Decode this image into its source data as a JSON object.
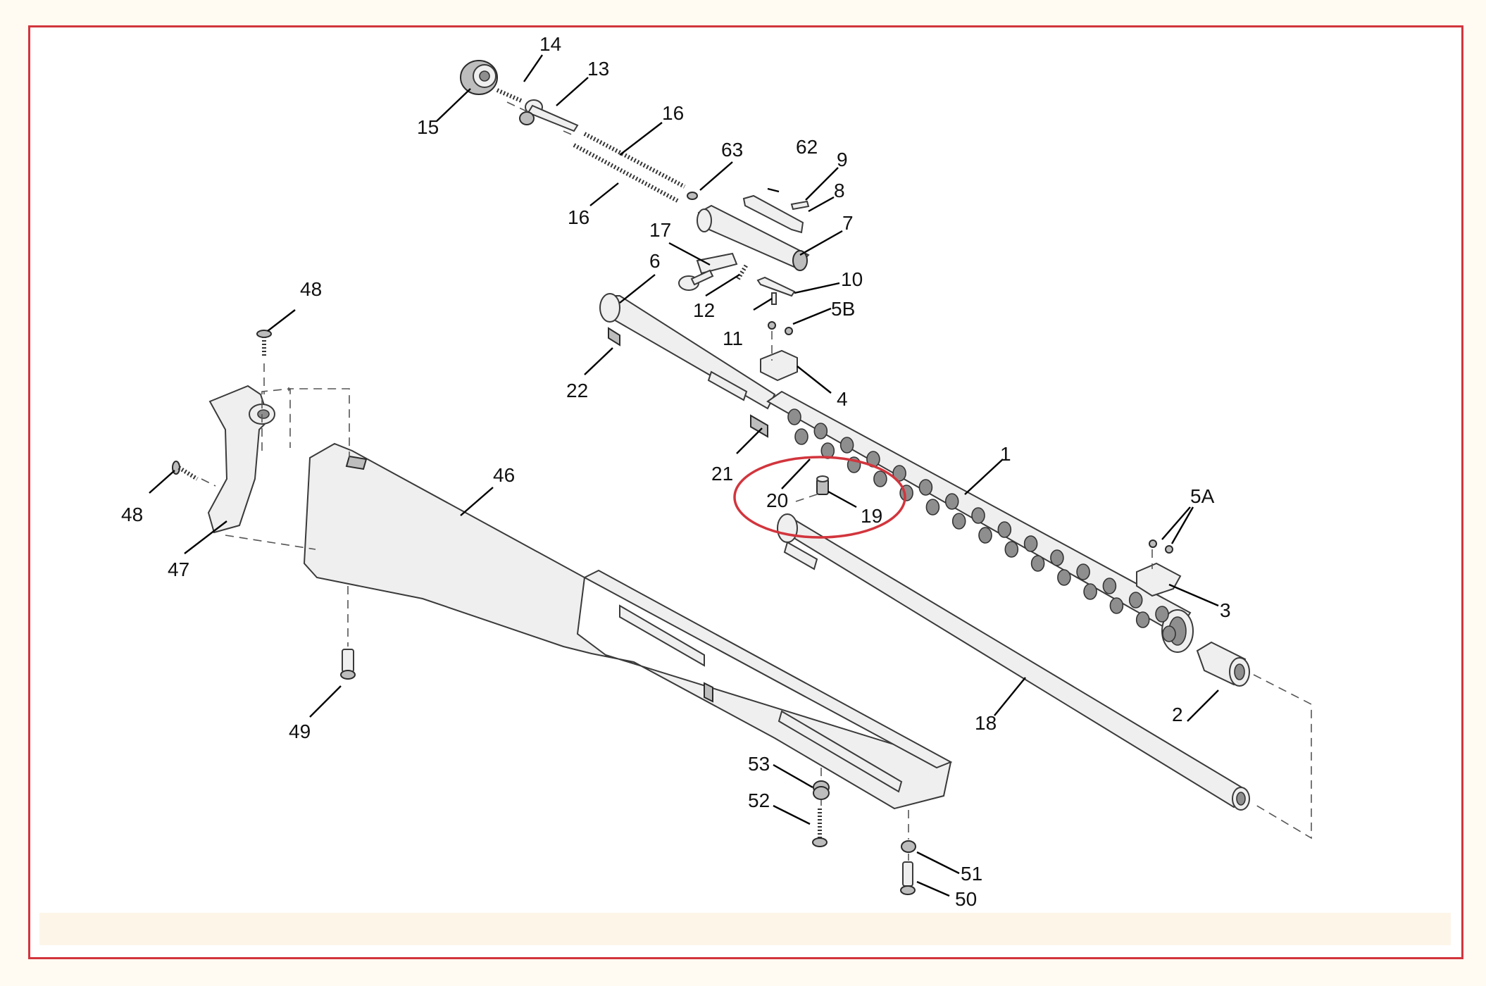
{
  "diagram": {
    "highlight_color": "#d2353d",
    "highlighted_part": "19",
    "callouts": [
      {
        "id": "14",
        "text": "14"
      },
      {
        "id": "13",
        "text": "13"
      },
      {
        "id": "15",
        "text": "15"
      },
      {
        "id": "16a",
        "text": "16"
      },
      {
        "id": "16b",
        "text": "16"
      },
      {
        "id": "63",
        "text": "63"
      },
      {
        "id": "62",
        "text": "62"
      },
      {
        "id": "9",
        "text": "9"
      },
      {
        "id": "8",
        "text": "8"
      },
      {
        "id": "7",
        "text": "7"
      },
      {
        "id": "17",
        "text": "17"
      },
      {
        "id": "6",
        "text": "6"
      },
      {
        "id": "10",
        "text": "10"
      },
      {
        "id": "5B",
        "text": "5B"
      },
      {
        "id": "12",
        "text": "12"
      },
      {
        "id": "11",
        "text": "11"
      },
      {
        "id": "48a",
        "text": "48"
      },
      {
        "id": "48b",
        "text": "48"
      },
      {
        "id": "22",
        "text": "22"
      },
      {
        "id": "4",
        "text": "4"
      },
      {
        "id": "21",
        "text": "21"
      },
      {
        "id": "1",
        "text": "1"
      },
      {
        "id": "46",
        "text": "46"
      },
      {
        "id": "20",
        "text": "20"
      },
      {
        "id": "19",
        "text": "19"
      },
      {
        "id": "5A",
        "text": "5A"
      },
      {
        "id": "47",
        "text": "47"
      },
      {
        "id": "3",
        "text": "3"
      },
      {
        "id": "2",
        "text": "2"
      },
      {
        "id": "18",
        "text": "18"
      },
      {
        "id": "49",
        "text": "49"
      },
      {
        "id": "53",
        "text": "53"
      },
      {
        "id": "52",
        "text": "52"
      },
      {
        "id": "51",
        "text": "51"
      },
      {
        "id": "50",
        "text": "50"
      }
    ]
  }
}
